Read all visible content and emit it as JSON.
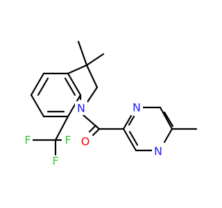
{
  "colors": {
    "carbon": "#000000",
    "nitrogen": "#1a1aff",
    "oxygen": "#ff0000",
    "fluorine": "#33cc33",
    "background": "#ffffff"
  },
  "atoms": {
    "n_indoline": "N",
    "o_carbonyl": "O",
    "n_pyrazine_top": "N",
    "n_pyrazine_bottom": "N",
    "f_right": "F",
    "f_left": "F",
    "f_bottom": "F"
  }
}
